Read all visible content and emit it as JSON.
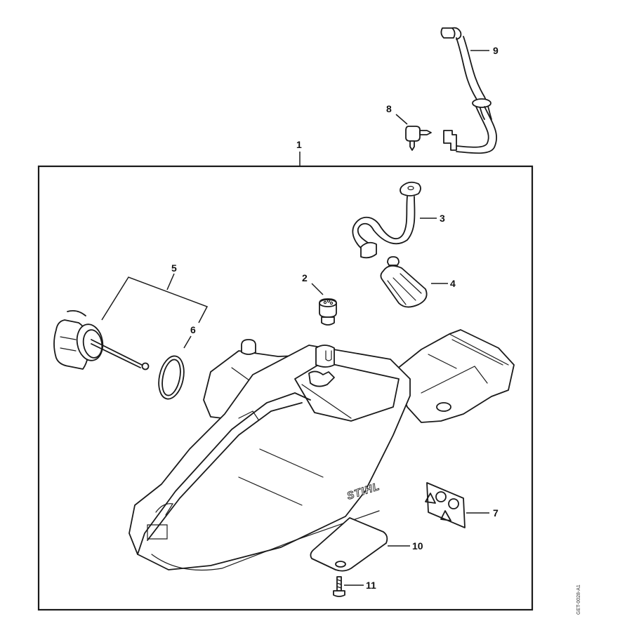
{
  "diagram": {
    "brand_marking": "STIHL",
    "drawing_code": "GET-0028-A1",
    "assembly_frame_callout": "1",
    "callouts": [
      {
        "id": "1",
        "part": "tank housing assembly"
      },
      {
        "id": "2",
        "part": "valve"
      },
      {
        "id": "3",
        "part": "fuel hose"
      },
      {
        "id": "4",
        "part": "pickup body / fuel filter"
      },
      {
        "id": "5",
        "part": "filler cap assembly"
      },
      {
        "id": "6",
        "part": "o-ring"
      },
      {
        "id": "7",
        "part": "warning label"
      },
      {
        "id": "8",
        "part": "elbow connector"
      },
      {
        "id": "9",
        "part": "hose"
      },
      {
        "id": "10",
        "part": "plate"
      },
      {
        "id": "11",
        "part": "screw"
      }
    ]
  }
}
